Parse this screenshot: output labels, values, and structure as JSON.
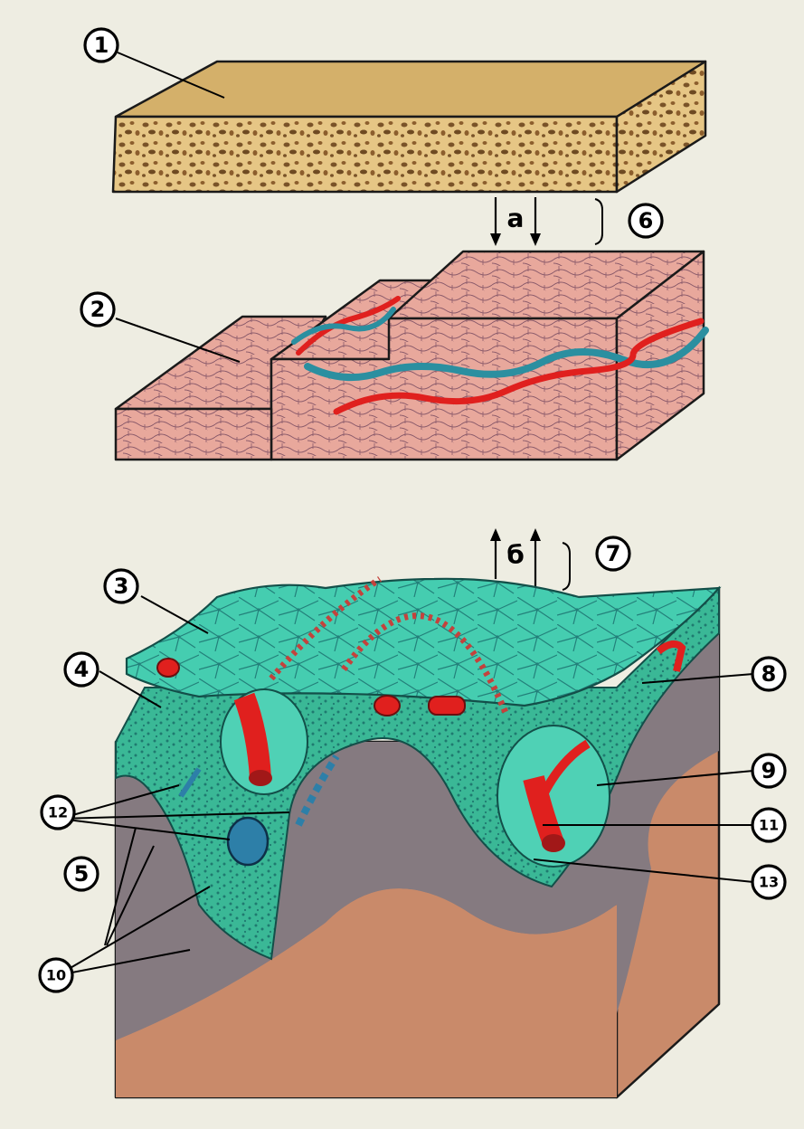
{
  "callouts": [
    "1",
    "2",
    "3",
    "4",
    "5",
    "6",
    "7",
    "8",
    "9",
    "10",
    "11",
    "12",
    "13"
  ],
  "arrow_labels": {
    "a": "а",
    "b": "б"
  },
  "colors": {
    "background": "#eeede2",
    "block1_top": "#d4b06a",
    "block1_side": "#e6c685",
    "block2": "#e8a89c",
    "block3_bone": "#c98a6a",
    "periosteum_gray": "#857a80",
    "connective_green": "#3cc6a5",
    "vessel_red": "#e0201e",
    "vessel_blue": "#2b8fa0"
  }
}
